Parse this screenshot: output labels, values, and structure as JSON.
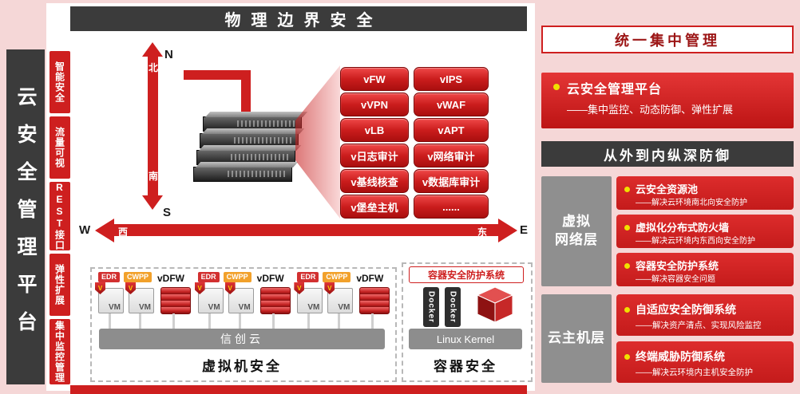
{
  "colors": {
    "accent_red": "#ce1f1f",
    "dark_bar": "#3b3b3b",
    "bullet_yellow": "#f0e000",
    "layer_gray": "#8f8f8f"
  },
  "top_bar": {
    "title": "物理边界安全"
  },
  "left_bar": {
    "title": "云安全管理平台"
  },
  "capabilities": [
    "智能安全",
    "流量可视",
    "REST接口",
    "弹性扩展",
    "集中监控管理"
  ],
  "compass": {
    "n_letter": "N",
    "s_letter": "S",
    "w_letter": "W",
    "e_letter": "E",
    "north": "北",
    "south": "南",
    "west": "西",
    "east": "东"
  },
  "vnf": {
    "col1": [
      "vFW",
      "vVPN",
      "vLB",
      "v日志审计",
      "v基线核查",
      "v堡垒主机"
    ],
    "col2": [
      "vIPS",
      "vWAF",
      "vAPT",
      "v网络审计",
      "v数据库审计",
      "......"
    ]
  },
  "vm_section": {
    "edr": "EDR",
    "cwpp": "CWPP",
    "vdfw": "vDFW",
    "vm": "VM",
    "shield_letter": "V",
    "platform": "信创云",
    "title": "虚拟机安全"
  },
  "container_section": {
    "system": "容器安全防护系统",
    "docker": "Docker",
    "kernel": "Linux Kernel",
    "title": "容器安全"
  },
  "right_panel": {
    "unified": "统一集中管理",
    "card": {
      "title": "云安全管理平台",
      "desc": "——集中监控、动态防御、弹性扩展"
    },
    "defense": "从外到内纵深防御",
    "layers": [
      {
        "line1": "虚拟",
        "line2": "网络层",
        "items": [
          {
            "title": "云安全资源池",
            "desc": "——解决云环境南北向安全防护"
          },
          {
            "title": "虚拟化分布式防火墙",
            "desc": "——解决云环境内东西向安全防护"
          },
          {
            "title": "容器安全防护系统",
            "desc": "——解决容器安全问题"
          }
        ]
      },
      {
        "line1": "云主机层",
        "line2": "",
        "items": [
          {
            "title": "自适应安全防御系统",
            "desc": "——解决资产清点、实现风险监控"
          },
          {
            "title": "终端威胁防御系统",
            "desc": "——解决云环境内主机安全防护"
          }
        ]
      }
    ]
  }
}
